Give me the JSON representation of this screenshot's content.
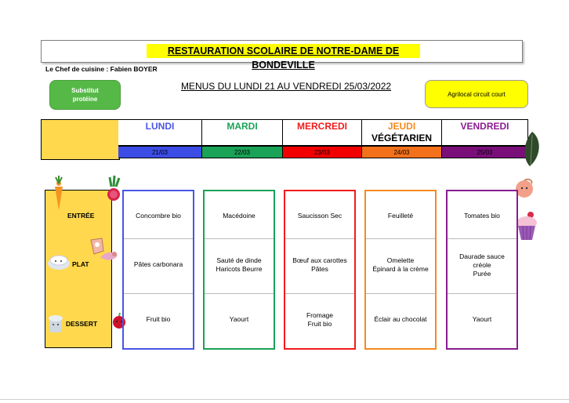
{
  "title": "RESTAURATION SCOLAIRE DE NOTRE-DAME DE BONDEVILLE",
  "chef": "Le Chef de cuisine : Fabien BOYER",
  "menu_title": "MENUS DU LUNDI 21 AU VENDREDI 25/03/2022",
  "badges": {
    "substitut": "Substitut protéine",
    "agrilocal": "Agrilocal circuit court"
  },
  "row_labels": {
    "entree": "ENTRÉE",
    "plat": "PLAT",
    "dessert": "DESSERT"
  },
  "days": [
    {
      "name": "LUNDI",
      "subtitle": "",
      "date": "21/03",
      "color": "#4a55e6",
      "date_bg": "#3c4de6",
      "entree": "Concombre bio",
      "plat": "Pâtes carbonara",
      "dessert": "Fruit bio"
    },
    {
      "name": "MARDI",
      "subtitle": "",
      "date": "22/03",
      "color": "#1aa257",
      "date_bg": "#1aa257",
      "entree": "Macédoine",
      "plat": "Sauté de dinde\nHaricots Beurre",
      "dessert": "Yaourt"
    },
    {
      "name": "MERCREDI",
      "subtitle": "",
      "date": "23/03",
      "color": "#f21b1b",
      "date_bg": "#f20000",
      "entree": "Saucisson Sec",
      "plat": "Bœuf aux carottes\nPâtes",
      "dessert": "Fromage\nFruit bio"
    },
    {
      "name": "JEUDI",
      "subtitle": "VÉGÉTARIEN",
      "date": "24/03",
      "color": "#f58a1f",
      "date_bg": "#f2711a",
      "entree": "Feuilleté",
      "plat": "Omelette\nÉpinard à la crème",
      "dessert": "Éclair au chocolat"
    },
    {
      "name": "VENDREDI",
      "subtitle": "",
      "date": "25/03",
      "color": "#8a1c91",
      "date_bg": "#7a0f7a",
      "entree": "Tomates bio",
      "plat": "Daurade sauce\ncréole\nPurée",
      "dessert": "Yaourt"
    }
  ],
  "icons": [
    "carrot-icon",
    "radish-icon",
    "fish-icon",
    "rice-icon",
    "ham-icon",
    "yogurt-icon",
    "apple-icon",
    "leaf-icon",
    "onion-icon",
    "cupcake-icon"
  ]
}
